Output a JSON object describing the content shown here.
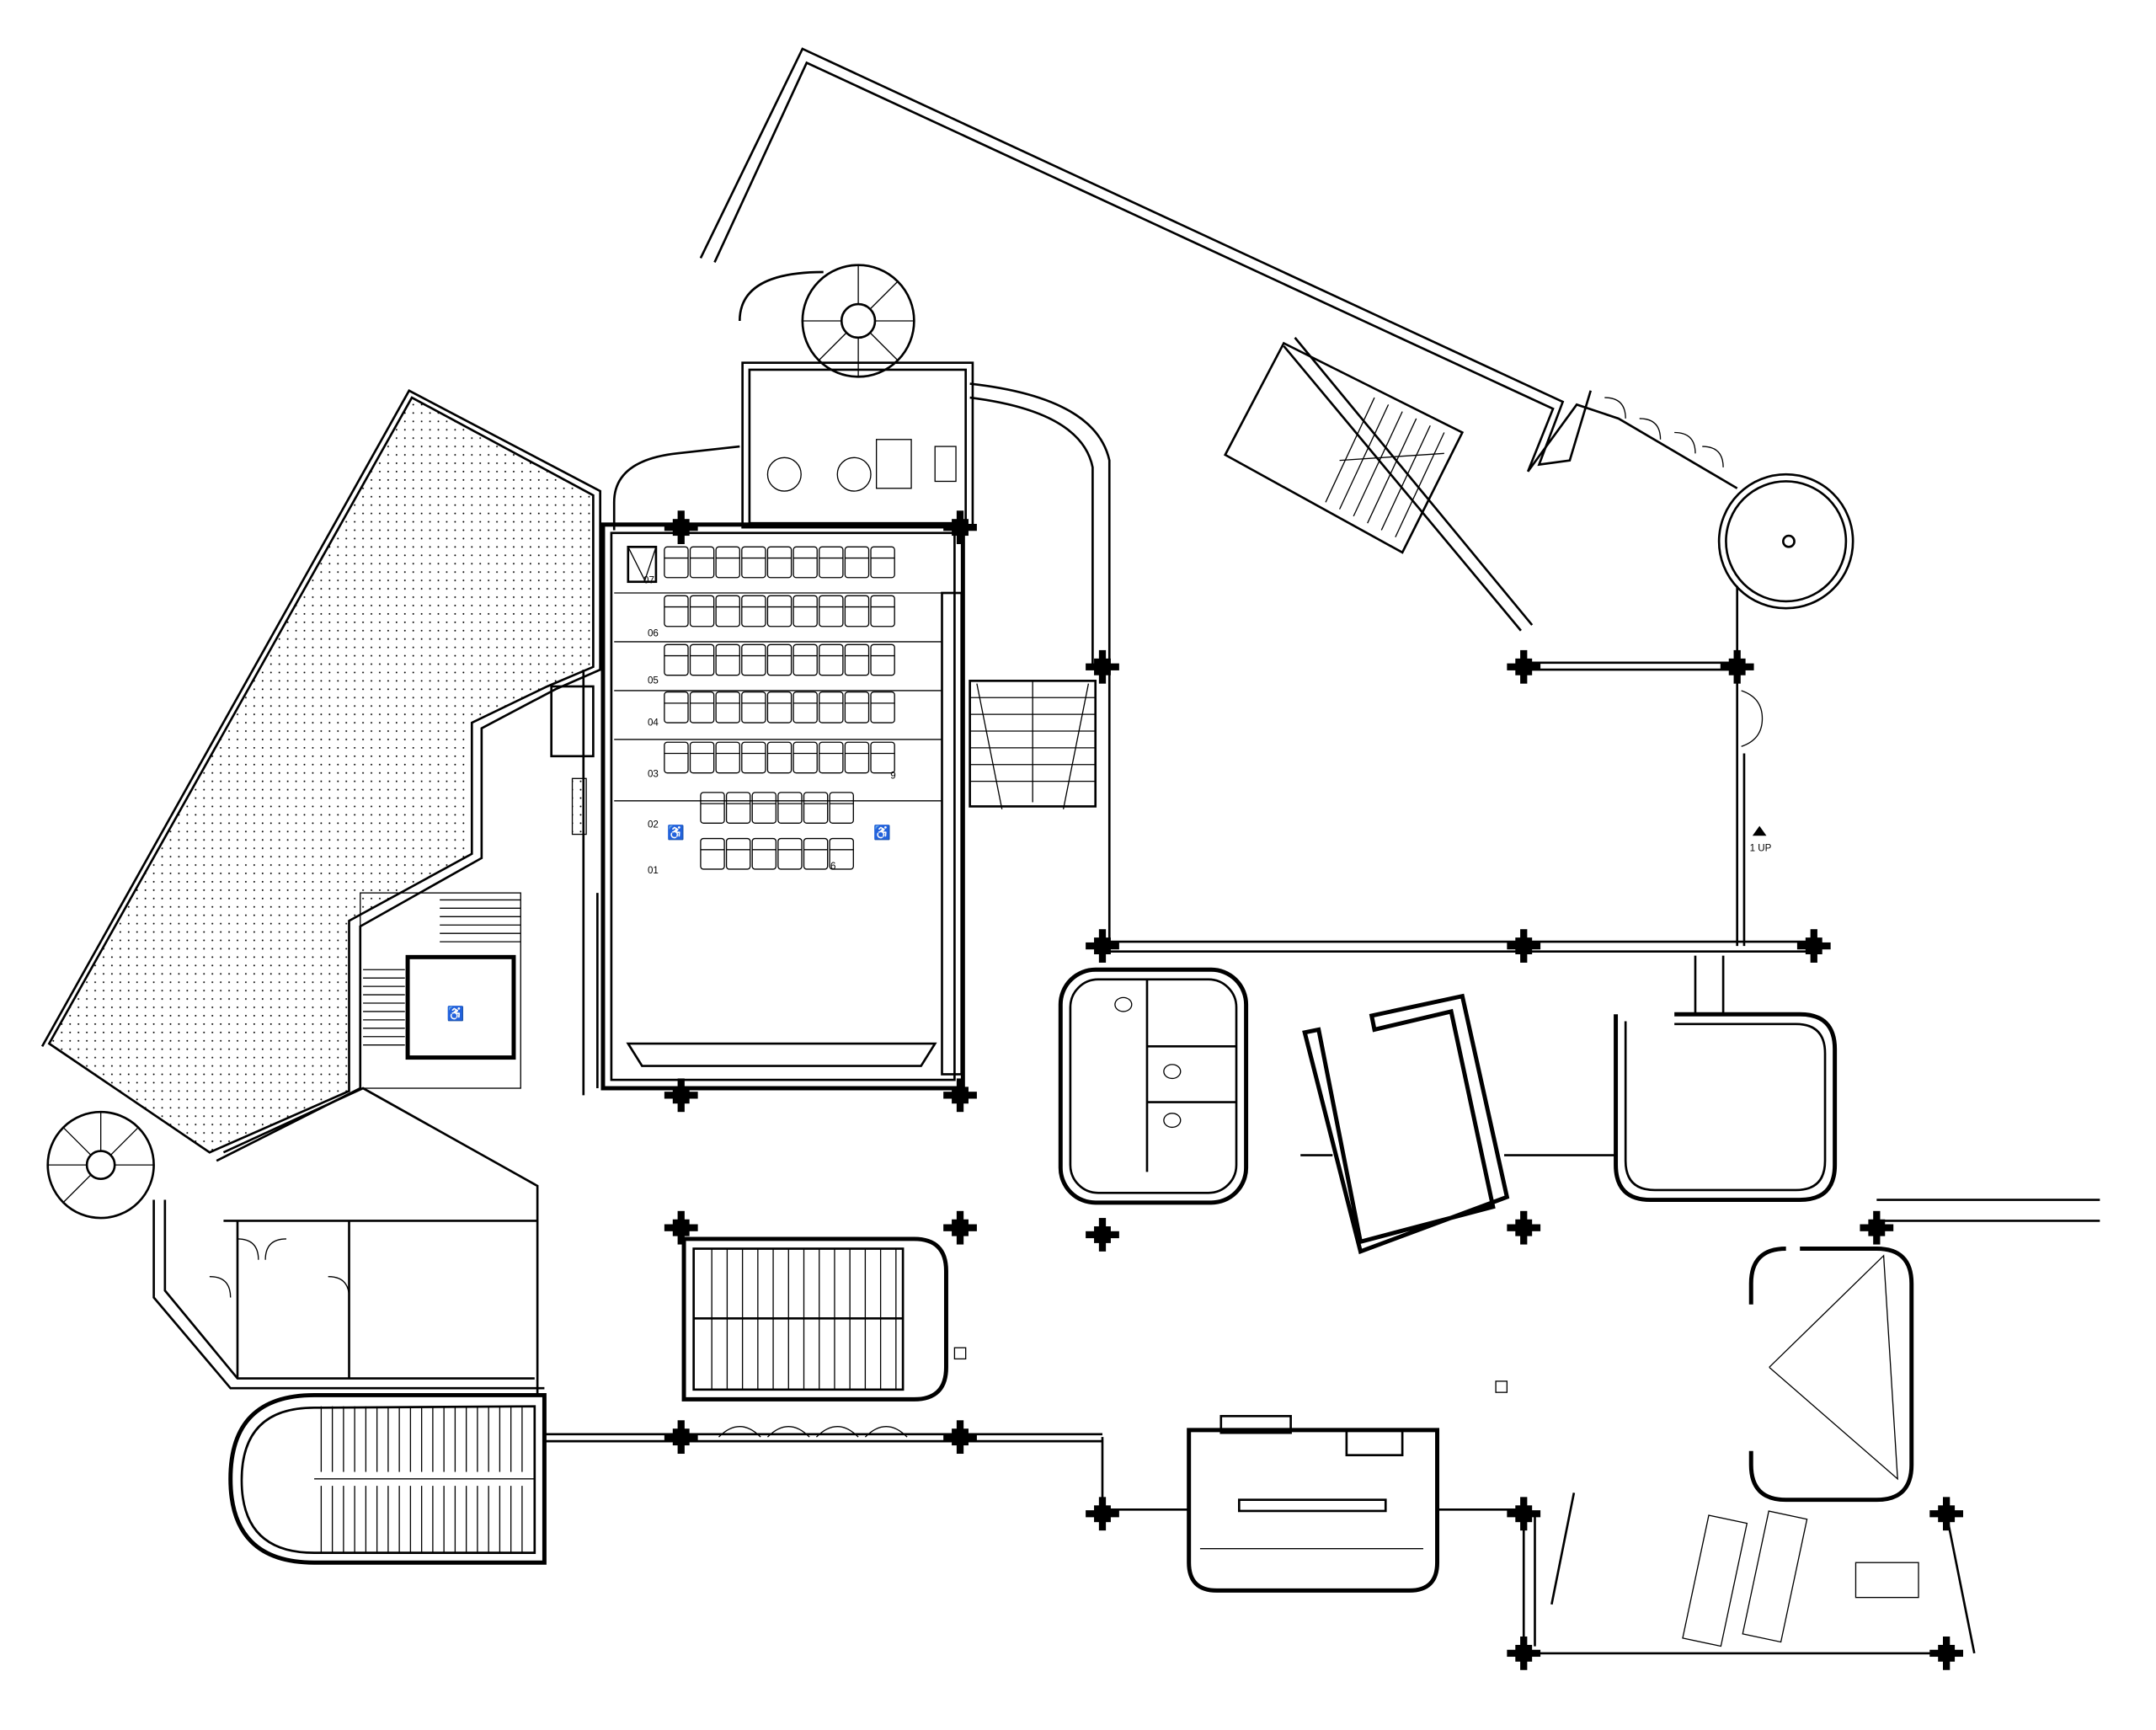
{
  "plan": {
    "row_labels": [
      "07",
      "06",
      "05",
      "04",
      "03",
      "02",
      "01"
    ],
    "seats_per_row": [
      9,
      9,
      9,
      9,
      9,
      6,
      6
    ],
    "seat_end_numbers": {
      "row_03": "9",
      "row_01": "6"
    },
    "up_label": "1 UP",
    "colors": {
      "line": "#000000",
      "background": "#ffffff"
    }
  }
}
